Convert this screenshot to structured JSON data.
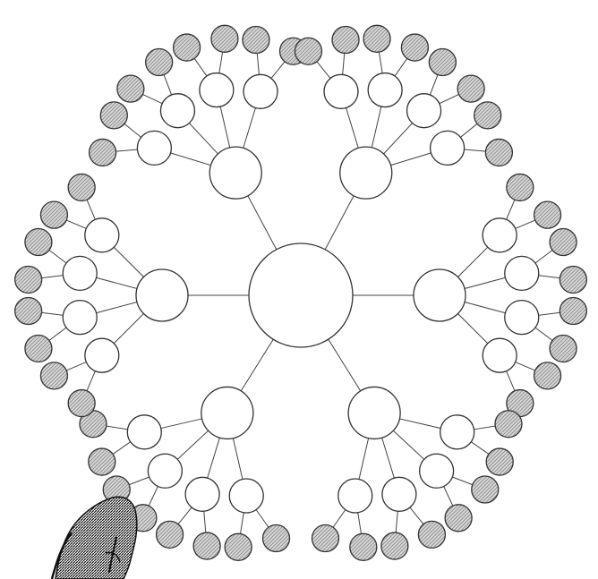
{
  "diagram": {
    "type": "radial-tree",
    "colors": {
      "line": "#444444",
      "node_fill": "#ffffff",
      "leaf_fill": "#c8c8c8",
      "sketch": "#1a1a1a"
    },
    "root": {
      "id": "root",
      "children": [
        {
          "id": "b-upper-left",
          "children": [
            {
              "id": "n1",
              "leaves": 2
            },
            {
              "id": "n2",
              "leaves": 2
            },
            {
              "id": "n3",
              "leaves": 2
            },
            {
              "id": "n4",
              "leaves": 2
            }
          ]
        },
        {
          "id": "b-upper-right",
          "children": [
            {
              "id": "n5",
              "leaves": 2
            },
            {
              "id": "n6",
              "leaves": 2
            },
            {
              "id": "n7",
              "leaves": 2
            },
            {
              "id": "n8",
              "leaves": 2
            }
          ]
        },
        {
          "id": "b-right",
          "children": [
            {
              "id": "n9",
              "leaves": 2
            },
            {
              "id": "n10",
              "leaves": 2
            },
            {
              "id": "n11",
              "leaves": 2
            },
            {
              "id": "n12",
              "leaves": 2
            }
          ]
        },
        {
          "id": "b-lower-right",
          "children": [
            {
              "id": "n13",
              "leaves": 2
            },
            {
              "id": "n14",
              "leaves": 2
            },
            {
              "id": "n15",
              "leaves": 2
            },
            {
              "id": "n16",
              "leaves": 2
            }
          ]
        },
        {
          "id": "b-lower-left",
          "children": [
            {
              "id": "n17",
              "leaves": 2
            },
            {
              "id": "n18",
              "leaves": 2
            },
            {
              "id": "n19",
              "leaves": 2
            },
            {
              "id": "n20",
              "leaves": 2
            }
          ]
        },
        {
          "id": "b-left",
          "children": [
            {
              "id": "n21",
              "leaves": 2
            },
            {
              "id": "n22",
              "leaves": 2
            },
            {
              "id": "n23",
              "leaves": 2
            },
            {
              "id": "n24",
              "leaves": 2
            }
          ]
        }
      ]
    },
    "decoration": "hand-sketch-figure"
  }
}
